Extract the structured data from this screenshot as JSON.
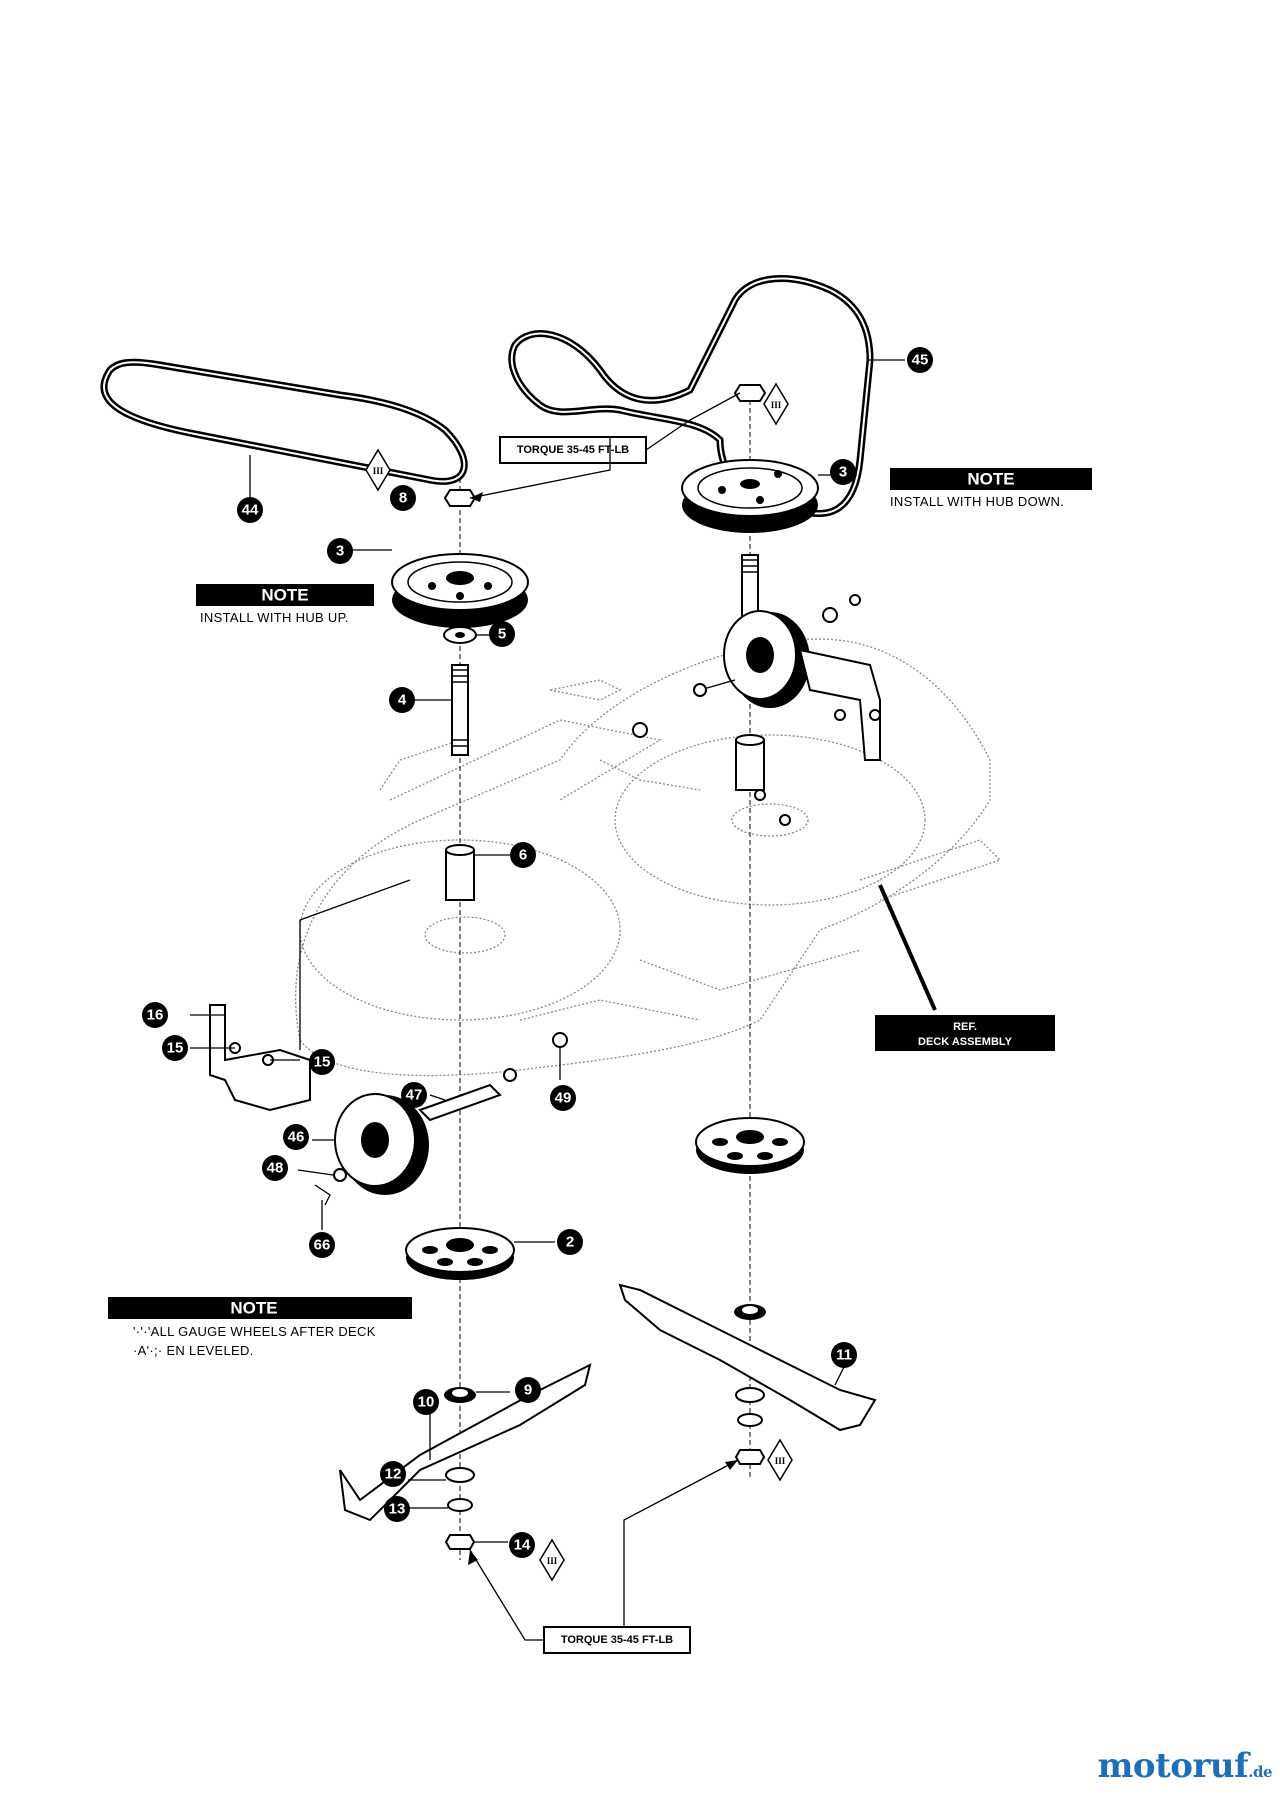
{
  "callouts": {
    "c2": "2",
    "c3a": "3",
    "c3b": "3",
    "c4": "4",
    "c5": "5",
    "c6": "6",
    "c8": "8",
    "c9": "9",
    "c10": "10",
    "c11": "11",
    "c12": "12",
    "c13": "13",
    "c14": "14",
    "c15a": "15",
    "c15b": "15",
    "c16": "16",
    "c44": "44",
    "c45": "45",
    "c46": "46",
    "c47": "47",
    "c48": "48",
    "c49": "49",
    "c66": "66"
  },
  "notes": {
    "hub_up": {
      "title": "NOTE",
      "text": "INSTALL WITH HUB UP."
    },
    "hub_down": {
      "title": "NOTE",
      "text": "INSTALL WITH HUB DOWN."
    },
    "gauge": {
      "title": "NOTE",
      "line1": "'·'·'ALL GAUGE WHEELS AFTER DECK",
      "line2": "·A'·;· EN LEVELED."
    }
  },
  "torque": {
    "top": "TORQUE 35-45 FT-LB",
    "bottom": "TORQUE 35-45 FT-LB"
  },
  "ref": {
    "line1": "REF.",
    "line2": "DECK ASSEMBLY"
  },
  "badges": {
    "symbol": "III"
  },
  "brand": {
    "name": "motoruf",
    "tld": ".de"
  },
  "colors": {
    "ink": "#000000",
    "deck_ghost": "#888888",
    "brand": "#1e6fb8"
  }
}
